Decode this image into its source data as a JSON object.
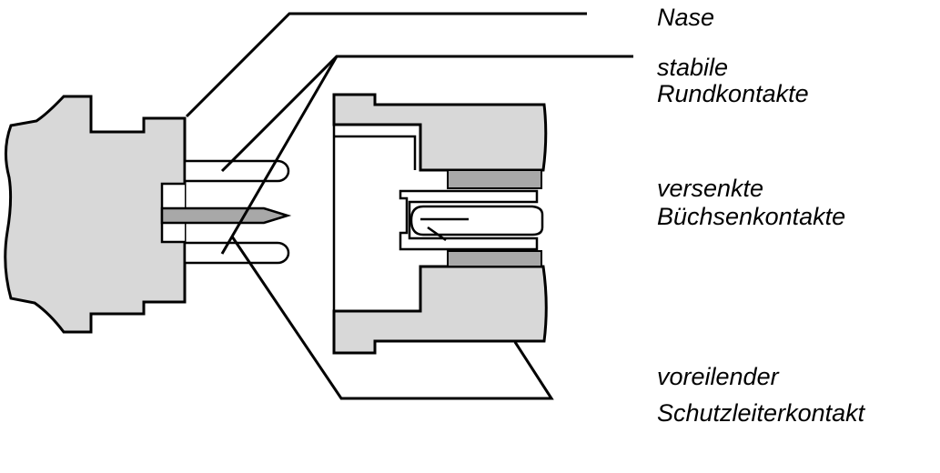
{
  "labels": {
    "nose": "Nase",
    "round_contacts_line1": "stabile",
    "round_contacts_line2": "Rundkontakte",
    "socket_contacts_line1": "versenkte",
    "socket_contacts_line2": "Büchsenkontakte",
    "earth_contact_line1": "voreilender",
    "earth_contact_line2": "Schutzleiterkontakt"
  },
  "colors": {
    "body_fill": "#d8d8d8",
    "contact_fill": "#a8a8a8",
    "outline": "#000000",
    "background": "#ffffff"
  }
}
